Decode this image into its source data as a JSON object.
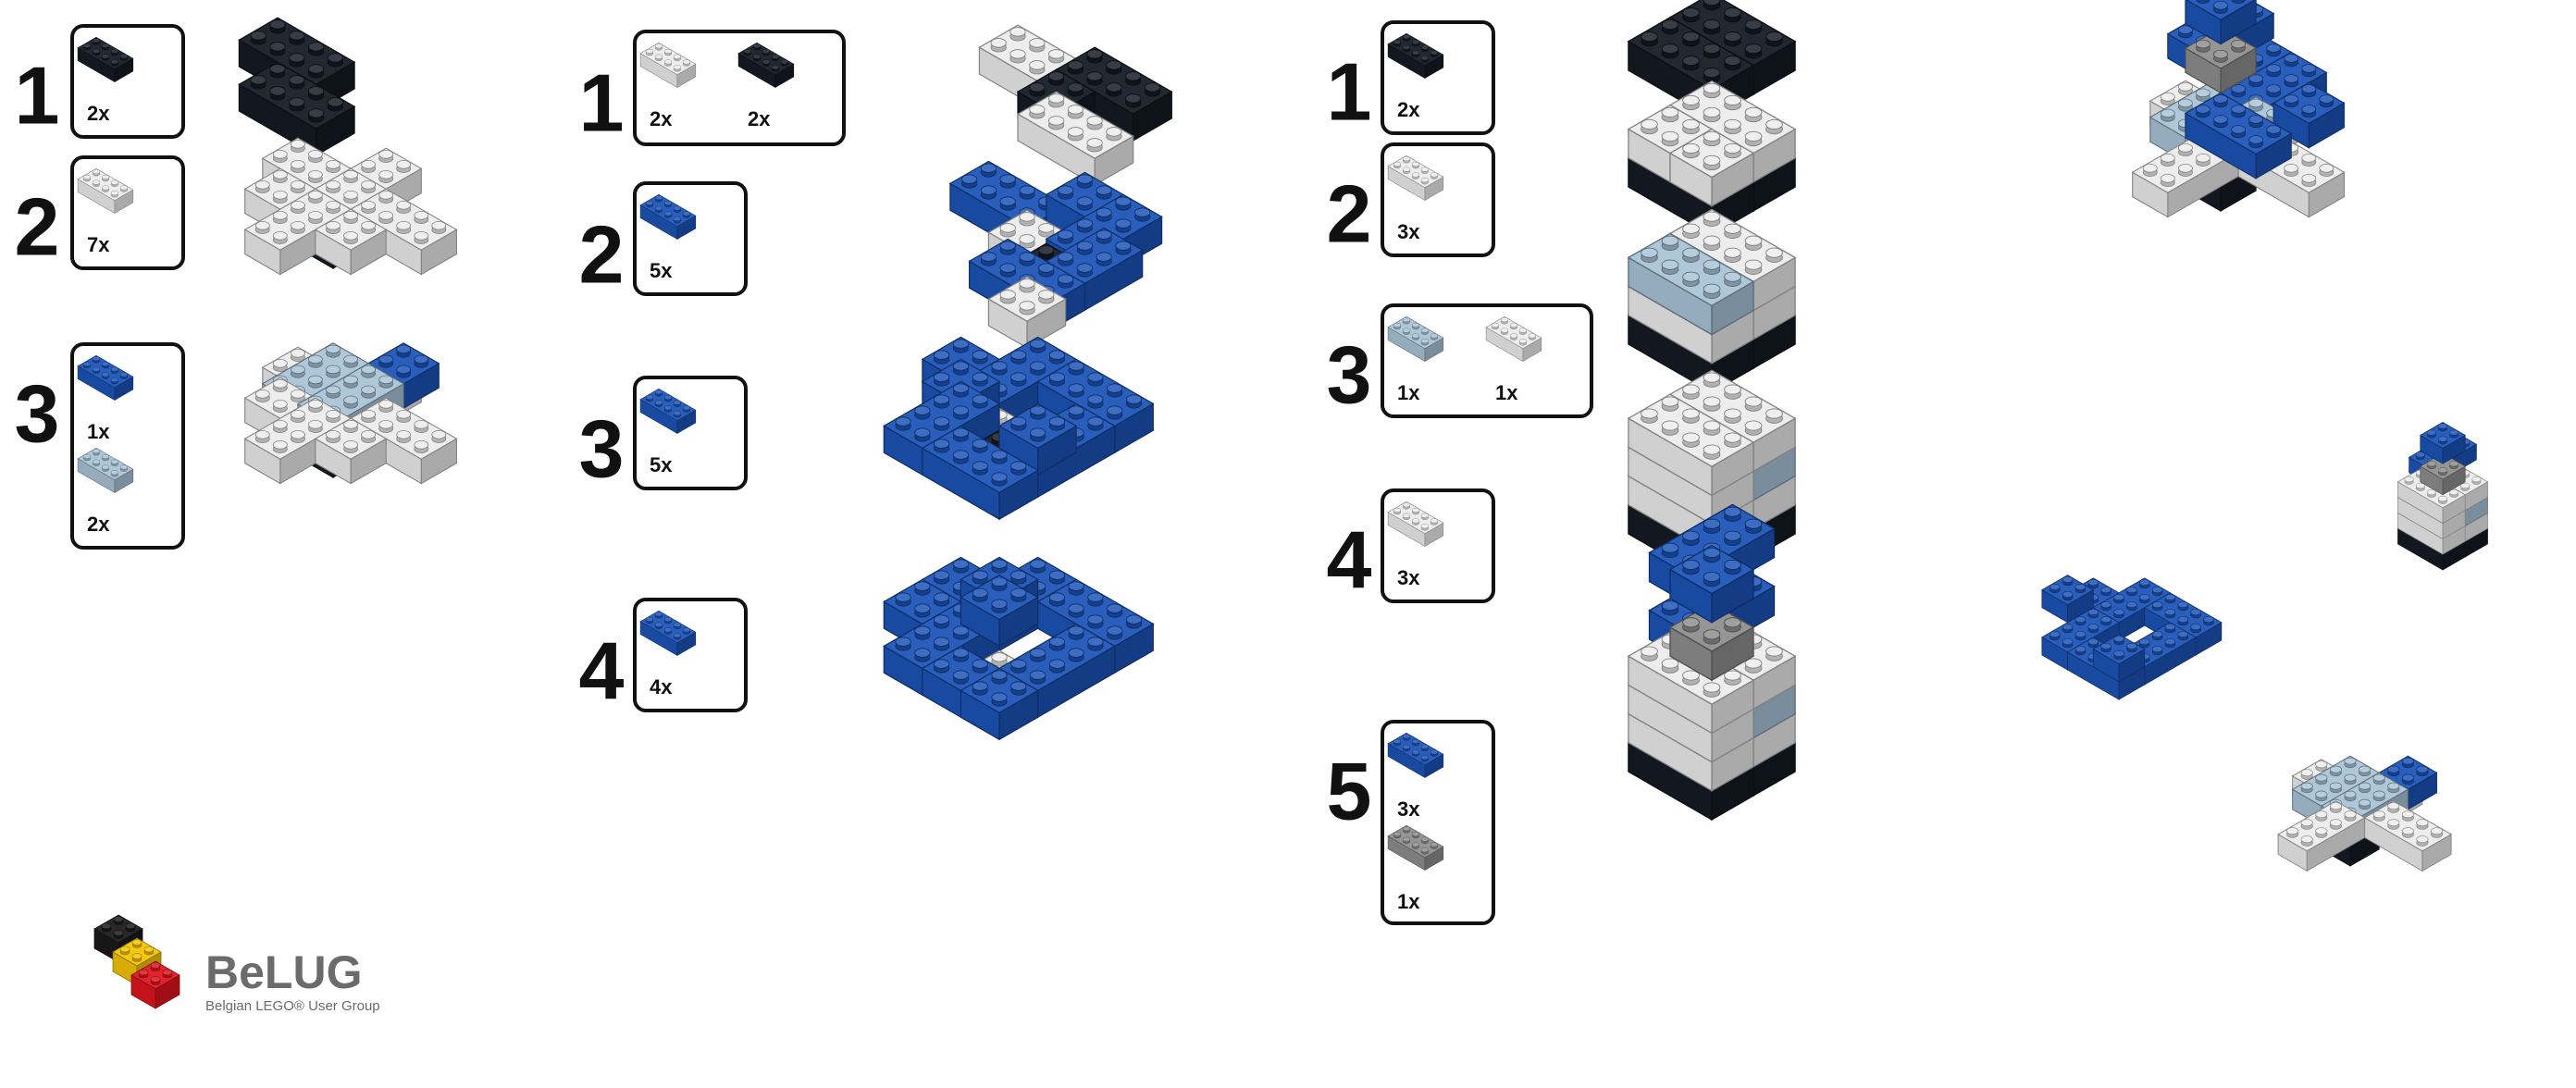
{
  "colors": {
    "black": "#141a24",
    "white": "#ececec",
    "blue": "#1c54b8",
    "lightblue": "#a9c4d8",
    "gray": "#8e8e8e"
  },
  "stages": [
    {
      "name": "stage-a",
      "steps": [
        {
          "num": "1",
          "parts": [
            {
              "color": "black",
              "qty": "2x"
            }
          ]
        },
        {
          "num": "2",
          "parts": [
            {
              "color": "white",
              "qty": "7x"
            }
          ]
        },
        {
          "num": "3",
          "parts": [
            {
              "color": "blue",
              "qty": "1x"
            },
            {
              "color": "lightblue",
              "qty": "2x"
            }
          ]
        }
      ]
    },
    {
      "name": "stage-b",
      "steps": [
        {
          "num": "1",
          "parts": [
            {
              "color": "white",
              "qty": "2x"
            },
            {
              "color": "black",
              "qty": "2x"
            }
          ]
        },
        {
          "num": "2",
          "parts": [
            {
              "color": "blue",
              "qty": "5x"
            }
          ]
        },
        {
          "num": "3",
          "parts": [
            {
              "color": "blue",
              "qty": "5x"
            }
          ]
        },
        {
          "num": "4",
          "parts": [
            {
              "color": "blue",
              "qty": "4x"
            }
          ]
        }
      ]
    },
    {
      "name": "stage-c",
      "steps": [
        {
          "num": "1",
          "parts": [
            {
              "color": "black",
              "qty": "2x"
            }
          ]
        },
        {
          "num": "2",
          "parts": [
            {
              "color": "white",
              "qty": "3x"
            }
          ]
        },
        {
          "num": "3",
          "parts": [
            {
              "color": "lightblue",
              "qty": "1x"
            },
            {
              "color": "white",
              "qty": "1x"
            }
          ]
        },
        {
          "num": "4",
          "parts": [
            {
              "color": "white",
              "qty": "3x"
            }
          ]
        },
        {
          "num": "5",
          "parts": [
            {
              "color": "blue",
              "qty": "3x"
            },
            {
              "color": "gray",
              "qty": "1x"
            }
          ]
        }
      ]
    }
  ],
  "logo": {
    "name": "BeLUG",
    "tagline": "Belgian LEGO® User Group",
    "colors": [
      "#1a1a1a",
      "#f4c400",
      "#e0141e"
    ]
  }
}
